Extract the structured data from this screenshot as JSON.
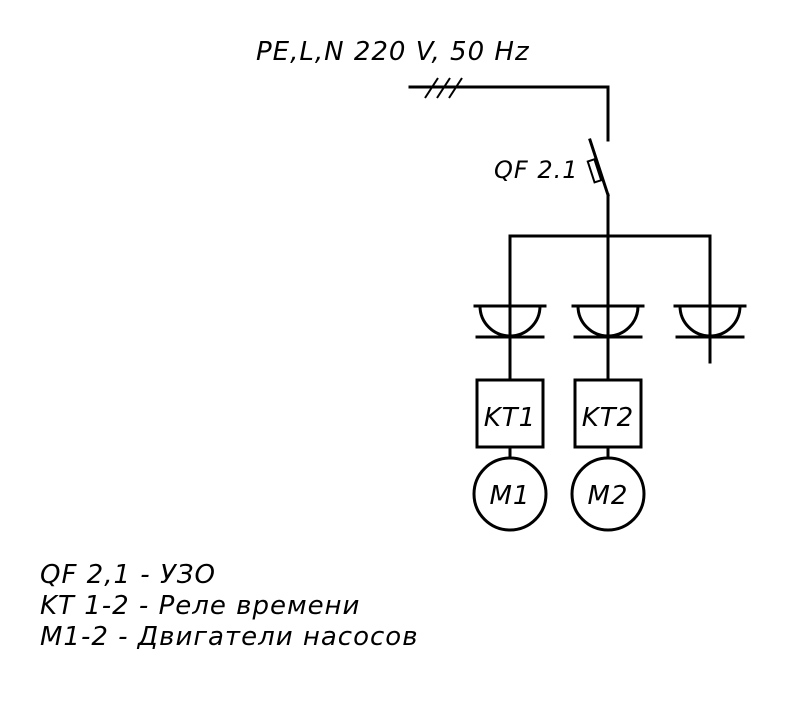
{
  "supply": {
    "label": "PE,L,N 220 V, 50 Hz"
  },
  "breaker": {
    "label": "QF 2.1"
  },
  "relays": [
    {
      "label": "KT1"
    },
    {
      "label": "KT2"
    }
  ],
  "motors": [
    {
      "label": "M1"
    },
    {
      "label": "M2"
    }
  ],
  "legend": [
    {
      "text": "QF 2,1 - УЗО"
    },
    {
      "text": "KT 1-2 - Реле времени"
    },
    {
      "text": "M1-2 - Двигатели насосов"
    }
  ]
}
